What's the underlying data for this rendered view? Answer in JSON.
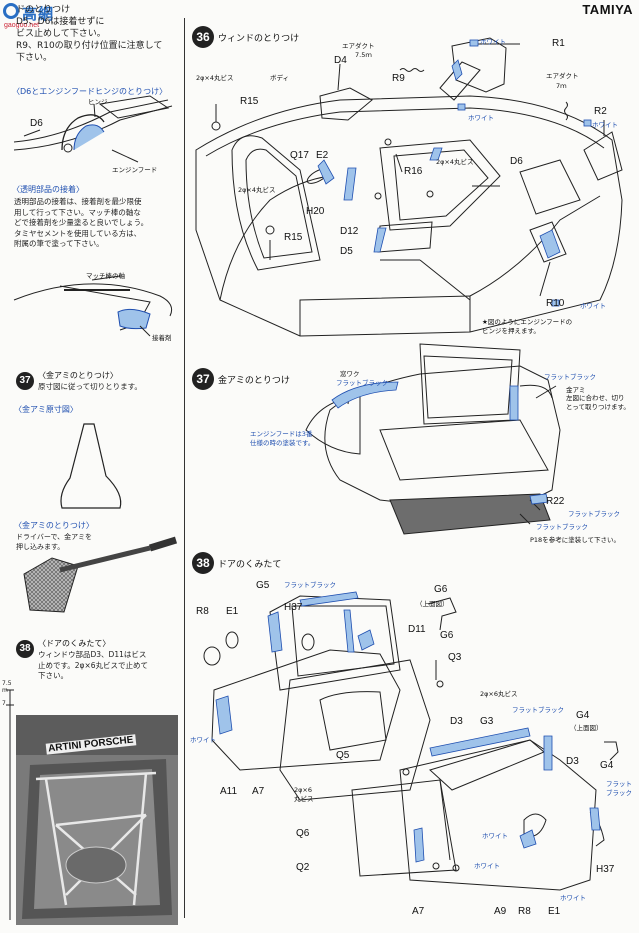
{
  "brand": "TAMIYA",
  "watermark": {
    "text": "高網",
    "sub": "gaogoo.net"
  },
  "left": {
    "intro": "ドのとりつけ\nD5、D6は接着せずに\nビス止めして下さい。\nR9、R10の取り付け位置に注意して\n下さい。",
    "d6_head": "〈D6とエンジンフードヒンジのとりつけ〉",
    "d6_label": "D6",
    "hinge_label": "ヒンジ",
    "hood_label": "エンジンフード",
    "clear_head": "〈透明部品の接着〉",
    "clear_text": "透明部品の接着は、接着剤を最少限使\n用して行って下さい。マッチ棒の軸な\nどで接着剤を少量塗ると良いでしょう。\nタミヤセメントを使用している方は、\n附属の筆で塗って下さい。",
    "match_label": "マッチ棒の軸",
    "glue_label": "接着剤",
    "step37_num": "37",
    "step37_head": "〈金アミのとりつけ〉",
    "step37_text": "原寸図に従って切りとります。",
    "mesh_head": "〈金アミ原寸図〉",
    "mesh_attach_head": "〈金アミのとりつけ〉",
    "mesh_attach_text": "ドライバーで、金アミを\n押し込みます。",
    "step38_num": "38",
    "step38_head": "〈ドアのくみたて〉",
    "step38_text": "ウィンドウ部品D3、D11はビス\n止めです。2φ×6丸ビスで止めて\n下さい。",
    "scale_top": "7.5",
    "scale_unit": "m",
    "scale_bottom": "7",
    "photo_text": "ARTINI PORSCHE"
  },
  "step36": {
    "num": "36",
    "title": "ウィンドのとりつけ",
    "labels": {
      "white_r1": "ホワイト",
      "r1": "R1",
      "air_duct_1": "エアダクト",
      "len_1": "7.5",
      "d4": "D4",
      "r9": "R9",
      "screw_a": "2φ×4丸ビス",
      "body": "ボディ",
      "air_duct_2": "エアダクト",
      "len_2": "7",
      "r15_a": "R15",
      "white_mid": "ホワイト",
      "r2": "R2",
      "white_r2": "ホワイト",
      "q17": "Q17",
      "e2": "E2",
      "screw_b": "2φ×4丸ビス",
      "d6": "D6",
      "r16": "R16",
      "screw_c": "2φ×4丸ビス",
      "h20": "H20",
      "d12": "D12",
      "r15_b": "R15",
      "d5": "D5",
      "r10": "R10",
      "white_r10": "ホワイト",
      "hinge_note": "★図のようにエンジンフードの\nヒンジを押えます。"
    }
  },
  "step37": {
    "num": "37",
    "title": "金アミのとりつけ",
    "labels": {
      "frame": "窓ワク",
      "flat_black_1": "フラットブラック",
      "flat_black_2": "フラットブラック",
      "mesh": "金アミ",
      "mesh_note": "左図に合わせ、切り\nとって取りつけます。",
      "hood_note": "エンジンフードは3番\n仕様の時の塗装です。",
      "r22": "R22",
      "flat_black_3": "フラットブラック",
      "flat_black_4": "フラットブラック",
      "p18": "P18を参考に塗装して下さい。"
    }
  },
  "step38": {
    "num": "38",
    "title": "ドアのくみたて",
    "labels": {
      "g5": "G5",
      "flat_black_1": "フラットブラック",
      "g6_a": "G6",
      "upper_view_a": "（上面図）",
      "r8_a": "R8",
      "e1_a": "E1",
      "h37_a": "H37",
      "d11": "D11",
      "g6_b": "G6",
      "q3": "Q3",
      "screw_a": "2φ×6丸ビス",
      "white_a": "ホワイト",
      "q5": "Q5",
      "flat_black_2": "フラットブラック",
      "d3_a": "D3",
      "g3": "G3",
      "g4_a": "G4",
      "upper_view_b": "（上面図）",
      "d3_b": "D3",
      "g4_b": "G4",
      "a11": "A11",
      "a7_a": "A7",
      "screw_b": "2φ×6\n丸ビス",
      "flat_black_3": "フラット\nブラック",
      "q6": "Q6",
      "white_b": "ホワイト",
      "q2": "Q2",
      "white_c": "ホワイト",
      "h37_b": "H37",
      "white_d": "ホワイト",
      "a7_b": "A7",
      "a9": "A9",
      "r8_b": "R8",
      "e1_b": "E1"
    }
  }
}
